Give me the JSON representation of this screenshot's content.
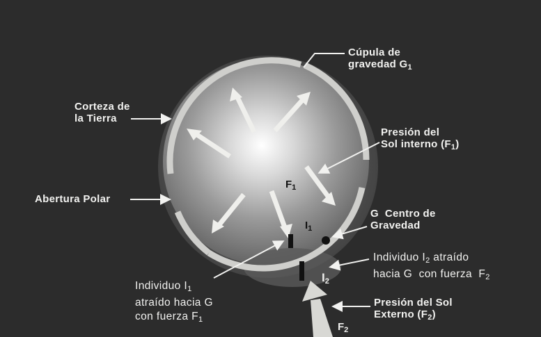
{
  "labels": {
    "cupula": {
      "line1": "Cúpula de",
      "line2": "gravedad G",
      "sub": "1"
    },
    "corteza": {
      "line1": "Corteza de",
      "line2": "la Tierra"
    },
    "presion_interno": {
      "line1": "Presión del",
      "line2": "Sol interno (F",
      "sub": "1",
      "tail": ")"
    },
    "abertura": {
      "line1": "Abertura Polar"
    },
    "centro": {
      "line1": "G  Centro de",
      "line2": "Gravedad"
    },
    "individuo2": {
      "line1a": "Individuo I",
      "sub1": "2",
      "line1b": " atraído",
      "line2a": "hacia G  con fuerza  F",
      "sub2": "2"
    },
    "individuo1": {
      "line1a": "Individuo I",
      "sub1": "1",
      "line2": "atraído hacia G",
      "line3a": "con fuerza F",
      "sub3": "1"
    },
    "presion_externo": {
      "line1": "Presión del Sol",
      "line2a": "Externo (F",
      "sub2": "2",
      "line2b": ")"
    }
  },
  "marks": {
    "f1": "F",
    "f1_sub": "1",
    "i1": "I",
    "i1_sub": "1",
    "i2": "I",
    "i2_sub": "2",
    "f2": "F",
    "f2_sub": "2"
  }
}
